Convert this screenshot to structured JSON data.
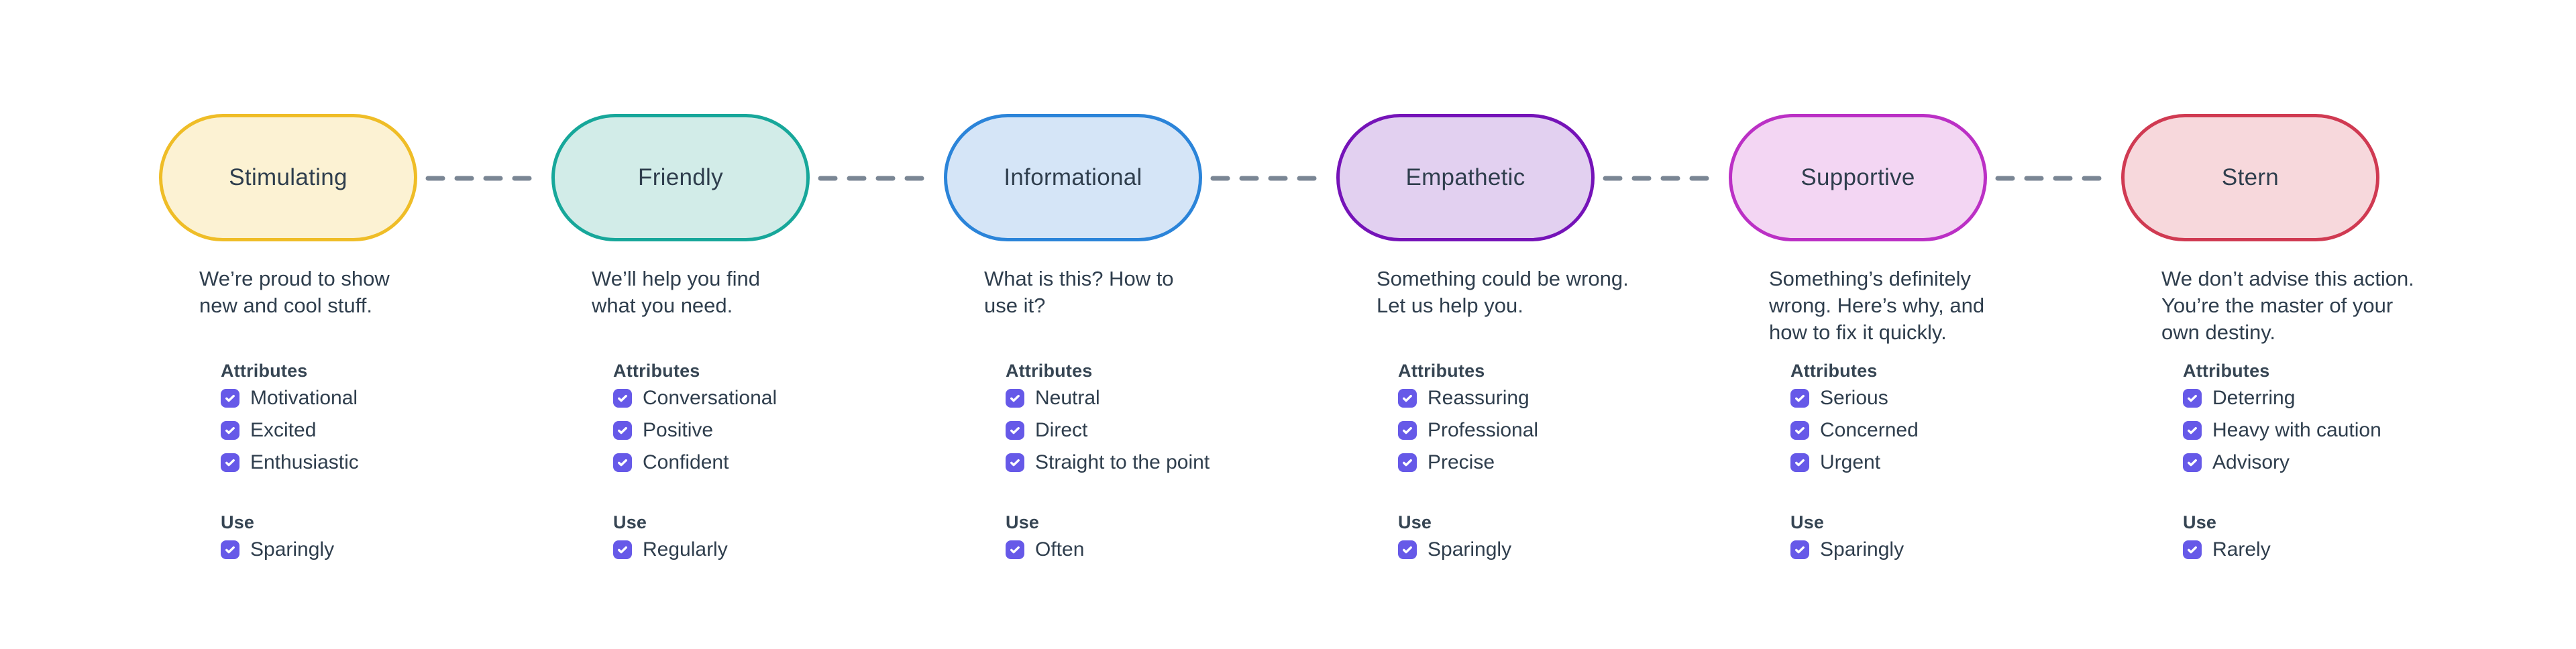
{
  "page": {
    "background": "#ffffff"
  },
  "colors": {
    "text": "#2F3E4D",
    "heading": "#364553",
    "checkbox_accent": "#6659E8",
    "connector": "#7A8694"
  },
  "checkbox_state": "checked",
  "tones": [
    {
      "name": "Stimulating",
      "fill_color": "#FCF2D3",
      "border_color": "#EFBD27",
      "description": "We’re proud to show\nnew and cool stuff.",
      "attributes_label": "Attributes",
      "attributes": [
        "Motivational",
        "Excited",
        "Enthusiastic"
      ],
      "use_label": "Use",
      "use": "Sparingly"
    },
    {
      "name": "Friendly",
      "fill_color": "#D2ECE8",
      "border_color": "#17A79A",
      "description": "We’ll help you find\nwhat you need.",
      "attributes_label": "Attributes",
      "attributes": [
        "Conversational",
        "Positive",
        "Confident"
      ],
      "use_label": "Use",
      "use": "Regularly"
    },
    {
      "name": "Informational",
      "fill_color": "#D5E5F7",
      "border_color": "#2B84D9",
      "description": "What is this? How to\nuse it?",
      "attributes_label": "Attributes",
      "attributes": [
        "Neutral",
        "Direct",
        "Straight to the point"
      ],
      "use_label": "Use",
      "use": "Often"
    },
    {
      "name": "Empathetic",
      "fill_color": "#E2D0F0",
      "border_color": "#7513B8",
      "description": "Something could be wrong.\nLet us help you.",
      "attributes_label": "Attributes",
      "attributes": [
        "Reassuring",
        "Professional",
        "Precise"
      ],
      "use_label": "Use",
      "use": "Sparingly"
    },
    {
      "name": "Supportive",
      "fill_color": "#F3D6F3",
      "border_color": "#BB30C5",
      "description": "Something’s definitely\nwrong. Here’s why, and\nhow to fix it quickly.",
      "attributes_label": "Attributes",
      "attributes": [
        "Serious",
        "Concerned",
        "Urgent"
      ],
      "use_label": "Use",
      "use": "Sparingly"
    },
    {
      "name": "Stern",
      "fill_color": "#F7D8DC",
      "border_color": "#D03A52",
      "description": "We don’t advise this action.\nYou’re the master of your\nown destiny.",
      "attributes_label": "Attributes",
      "attributes": [
        "Deterring",
        "Heavy with caution",
        "Advisory"
      ],
      "use_label": "Use",
      "use": "Rarely"
    }
  ]
}
